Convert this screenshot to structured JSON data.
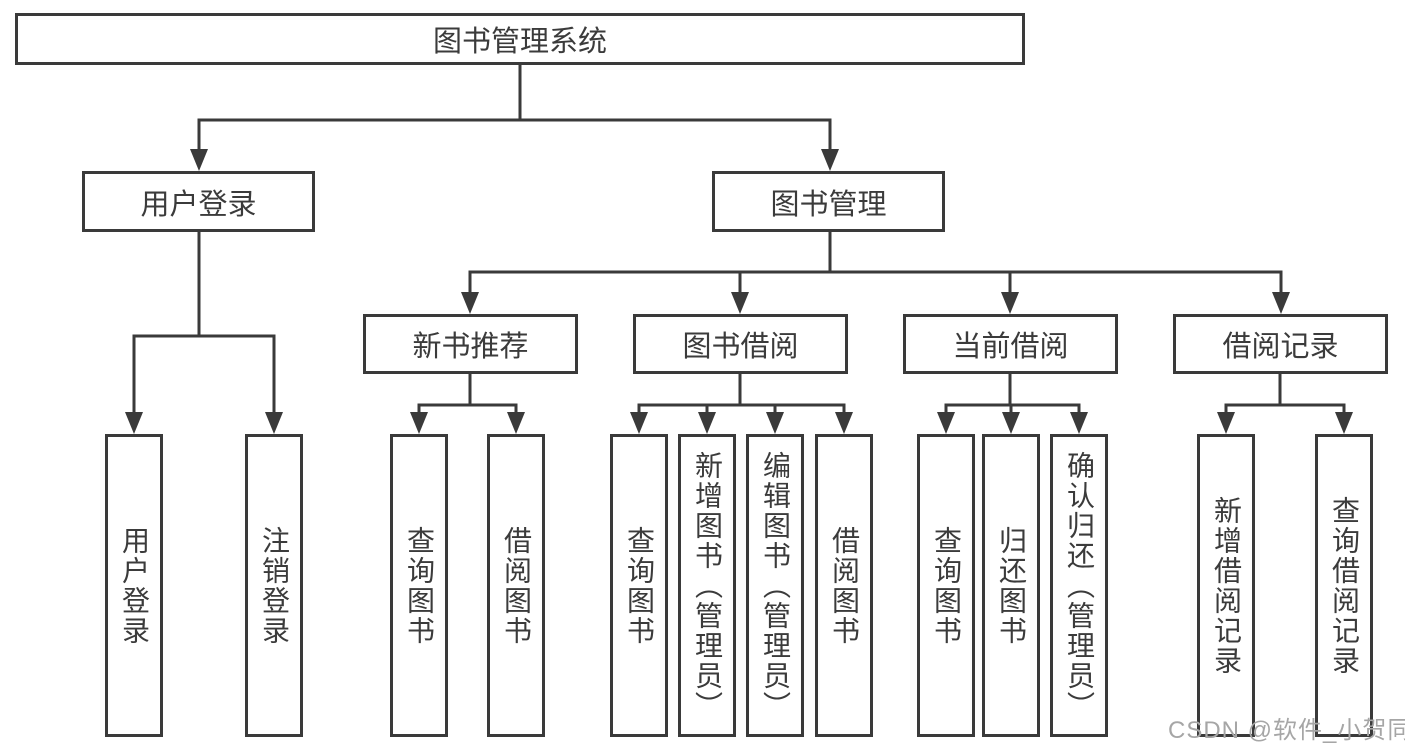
{
  "diagram": {
    "root": {
      "label": "图书管理系统"
    },
    "branches": [
      {
        "label": "用户登录",
        "leaves": [
          {
            "label": "用户登录"
          },
          {
            "label": "注销登录"
          }
        ]
      },
      {
        "label": "图书管理",
        "groups": [
          {
            "label": "新书推荐",
            "leaves": [
              {
                "label": "查询图书"
              },
              {
                "label": "借阅图书"
              }
            ]
          },
          {
            "label": "图书借阅",
            "leaves": [
              {
                "label": "查询图书"
              },
              {
                "label": "新增图书（管理员）"
              },
              {
                "label": "编辑图书（管理员）"
              },
              {
                "label": "借阅图书"
              }
            ]
          },
          {
            "label": "当前借阅",
            "leaves": [
              {
                "label": "查询图书"
              },
              {
                "label": "归还图书"
              },
              {
                "label": "确认归还（管理员）"
              }
            ]
          },
          {
            "label": "借阅记录",
            "leaves": [
              {
                "label": "新增借阅记录"
              },
              {
                "label": "查询借阅记录"
              }
            ]
          }
        ]
      }
    ]
  },
  "watermark": "CSDN @软件_小贺同学",
  "colors": {
    "line": "#3a3a3a",
    "text": "#3b3b3b",
    "watermark": "#a6a6a6",
    "background": "#ffffff"
  }
}
